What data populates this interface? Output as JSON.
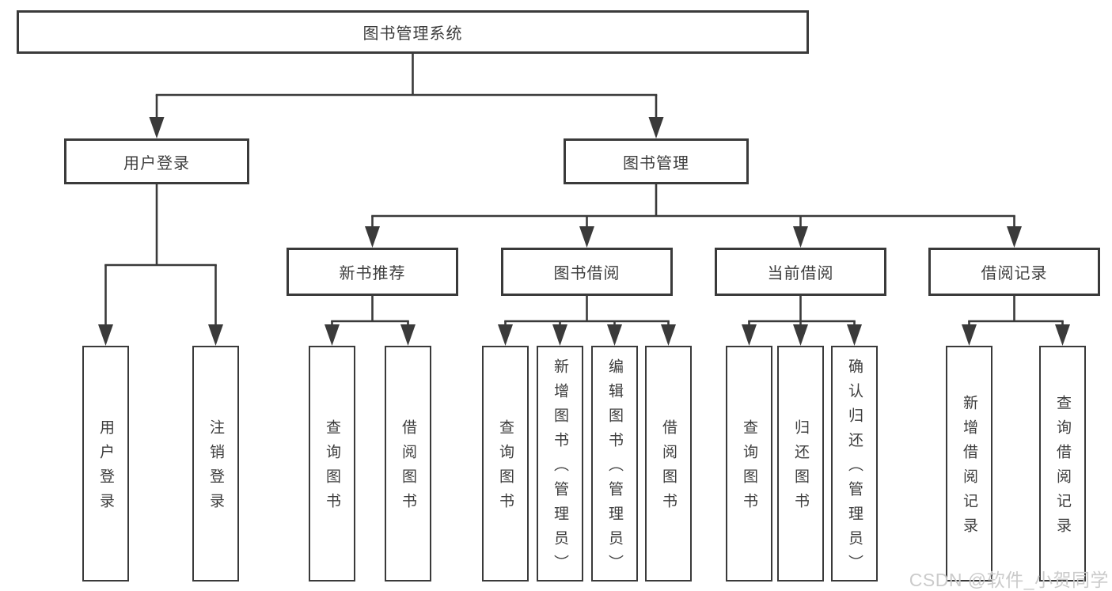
{
  "diagram": {
    "root": {
      "label": "图书管理系统"
    },
    "level2": [
      {
        "label": "用户登录"
      },
      {
        "label": "图书管理"
      }
    ],
    "level3": [
      {
        "label": "新书推荐"
      },
      {
        "label": "图书借阅"
      },
      {
        "label": "当前借阅"
      },
      {
        "label": "借阅记录"
      }
    ],
    "leaves": {
      "user_login": [
        "用户登录",
        "注销登录"
      ],
      "new_book": [
        "查询图书",
        "借阅图书"
      ],
      "book_borrow": [
        "查询图书",
        "新增图书（管理员）",
        "编辑图书（管理员）",
        "借阅图书"
      ],
      "current_borrow": [
        "查询图书",
        "归还图书",
        "确认归还（管理员）"
      ],
      "borrow_records": [
        "新增借阅记录",
        "查询借阅记录"
      ]
    }
  },
  "watermark": "CSDN @软件_小贺同学",
  "colors": {
    "line": "#3a3a3a",
    "text": "#3d3d3d",
    "watermark": "#cbcbcb",
    "background": "#ffffff"
  }
}
